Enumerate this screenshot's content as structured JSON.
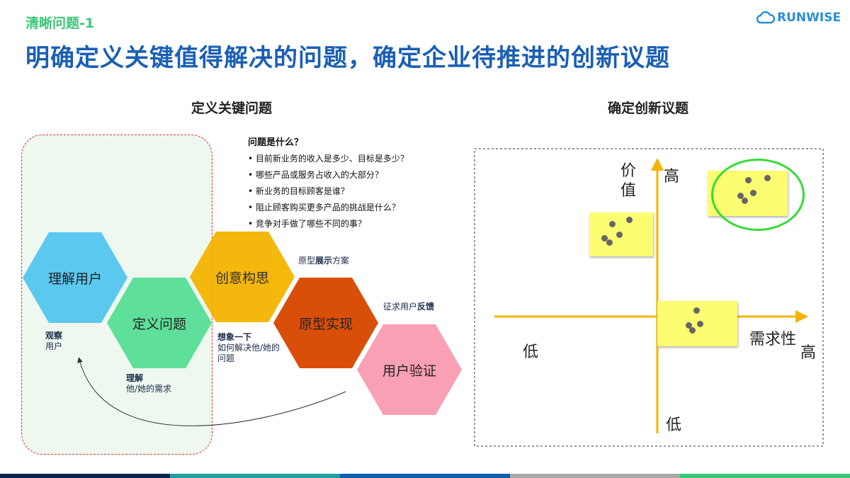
{
  "header": {
    "subtitle": "清晰问题-1",
    "title": "明确定义关键值得解决的问题，确定企业待推进的创新议题",
    "logo": "RUNWISE"
  },
  "left": {
    "heading": "定义关键问题",
    "hexagons": [
      {
        "label": "理解用户",
        "color": "#5bc8f0"
      },
      {
        "label": "定义问题",
        "color": "#5ee09a"
      },
      {
        "label": "创意构思",
        "color": "#f4b400"
      },
      {
        "label": "原型实现",
        "color": "#d94f0a"
      },
      {
        "label": "用户验证",
        "color": "#f9a0b4"
      }
    ],
    "questions_title": "问题是什么？",
    "questions": [
      "目前新业务的收入是多少、目标是多少？",
      "哪些产品或服务占收入的大部分？",
      "新业务的目标顾客是谁？",
      "阻止顾客购买更多产品的挑战是什么？",
      "竞争对手做了哪些不同的事？"
    ],
    "notes": {
      "observe_b": "观察",
      "observe": "用户",
      "understand_b": "理解",
      "understand": "他/她的需求",
      "imagine_b": "想象一下",
      "imagine": "如何解决他/她的问题",
      "proto_a": "原型",
      "proto_b": "展示",
      "proto_c": "方案",
      "feedback_a": "征求用户",
      "feedback_b": "反馈"
    }
  },
  "right": {
    "heading": "确定创新议题",
    "y_axis": "价值",
    "y_high": "高",
    "y_low": "低",
    "x_axis": "需求性",
    "x_high": "高",
    "x_low": "低"
  },
  "footer_colors": [
    "#0b2550",
    "#20a0a0",
    "#1060b0",
    "#a8a8a8",
    "#38c878"
  ]
}
